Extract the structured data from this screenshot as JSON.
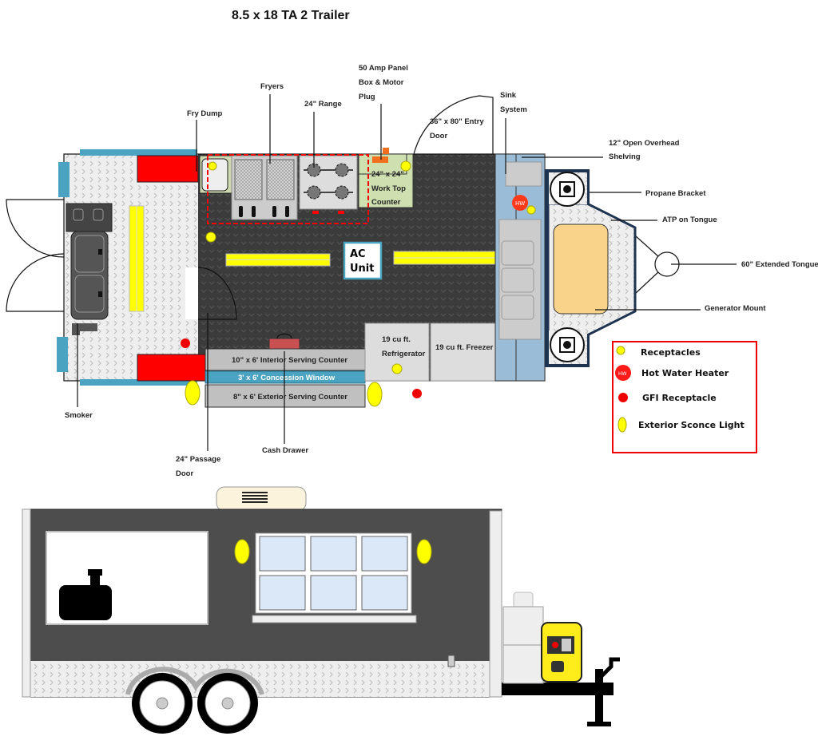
{
  "title": "8.5 x 18 TA 2 Trailer",
  "labels": {
    "fryers": "Fryers",
    "fry_dump": "Fry Dump",
    "range": "24\" Range",
    "panel": [
      "50 Amp Panel",
      "Box & Motor",
      "Plug"
    ],
    "entry_door": [
      "36\" x 80\" Entry",
      "Door"
    ],
    "sink_system": [
      "Sink",
      "System"
    ],
    "shelving": [
      "12\" Open Overhead",
      "Shelving"
    ],
    "propane_bracket": "Propane Bracket",
    "atp_tongue": "ATP on Tongue",
    "extended_tongue": "60\" Extended Tongue",
    "generator_mount": "Generator Mount",
    "smoker": "Smoker",
    "passage_door": [
      "24\" Passage",
      "Door"
    ],
    "cash_drawer": "Cash Drawer"
  },
  "inner": {
    "work_top": [
      "24\" x 24\"",
      "Work Top",
      "Counter"
    ],
    "ac_unit": [
      "AC",
      "Unit"
    ],
    "interior_counter": "10\" x 6' Interior Serving Counter",
    "concession_window": "3' x 6' Concession Window",
    "exterior_counter": "8\" x 6' Exterior Serving Counter",
    "refrigerator": [
      "19 cu ft.",
      "Refrigerator"
    ],
    "freezer": "19 cu ft. Freezer",
    "hot_water_mark": "HW"
  },
  "legend": {
    "items": [
      {
        "icon": "receptacle-icon",
        "label": "Receptacles"
      },
      {
        "icon": "hot-water-heater-icon",
        "label": "Hot Water Heater",
        "mark": "HW"
      },
      {
        "icon": "gfi-receptacle-icon",
        "label": "GFI Receptacle"
      },
      {
        "icon": "sconce-light-icon",
        "label": "Exterior Sconce Light"
      }
    ]
  },
  "colors": {
    "red": "#ff0000",
    "yellow": "#ffff00",
    "blue": "#4aa3c0",
    "floor_dark": "#3a3a3a",
    "sink_blue": "#9bbcd6",
    "generator": "#f9d38a",
    "body_side": "#4d4d4d"
  }
}
